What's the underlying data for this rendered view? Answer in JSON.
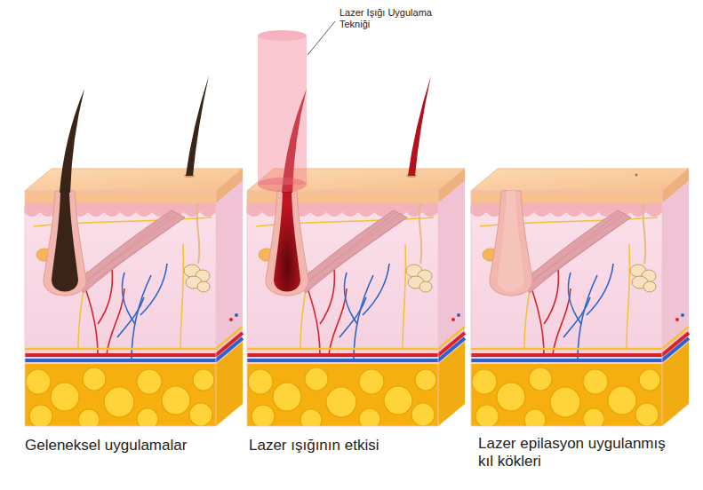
{
  "diagram": {
    "labels": [
      "Lazer Işığı Uygulama Tekniği",
      "Geleneksel uygulamalar",
      "Lazer ışığının etkisi",
      "Lazer epilasyon uygulanmış kıl kökleri"
    ]
  }
}
